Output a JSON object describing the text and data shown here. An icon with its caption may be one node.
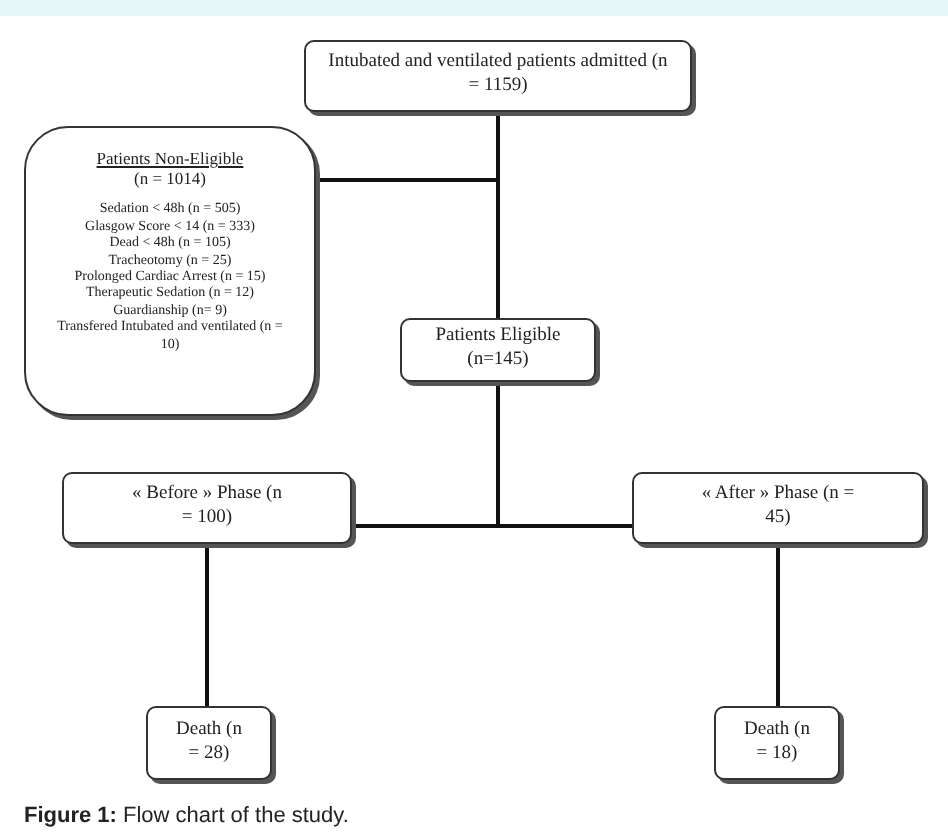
{
  "diagram": {
    "caption": "**Figure 1:** Flow chart of the study.",
    "nodes": [
      {
        "text": [
          "Intubated and ventilated patients admitted (n = 1159)"
        ]
      },
      {
        "text": [
          "Patients Non-Eligible",
          "(n = 1014)",
          "Sedation < 48h (n = 505)",
          "Glasgow Score < 14 (n = 333)",
          "Dead < 48h (n = 105)",
          "Tracheotomy (n = 25)",
          "Prolonged Cardiac Arrest (n = 15)",
          "Therapeutic Sedation (n = 12)",
          "Guardianship (n= 9)",
          "Transfered Intubated and ventilated (n = 10)"
        ]
      },
      {
        "text": [
          "Patients Eligible (n=145)"
        ]
      },
      {
        "text": [
          "« Before » Phase (n = 100)"
        ]
      },
      {
        "text": [
          "« After » Phase (n = 45)"
        ]
      },
      {
        "text": [
          "Death (n = 28)"
        ]
      },
      {
        "text": [
          "Death (n = 18)"
        ]
      }
    ],
    "edges": [
      {
        "from": 0,
        "to": 1,
        "arrow": "none"
      },
      {
        "from": 0,
        "to": 2,
        "arrow": "none"
      },
      {
        "from": 2,
        "to": 3,
        "arrow": "none"
      },
      {
        "from": 2,
        "to": 4,
        "arrow": "none"
      },
      {
        "from": 3,
        "to": 5,
        "arrow": "none"
      },
      {
        "from": 4,
        "to": 6,
        "arrow": "none"
      }
    ]
  }
}
